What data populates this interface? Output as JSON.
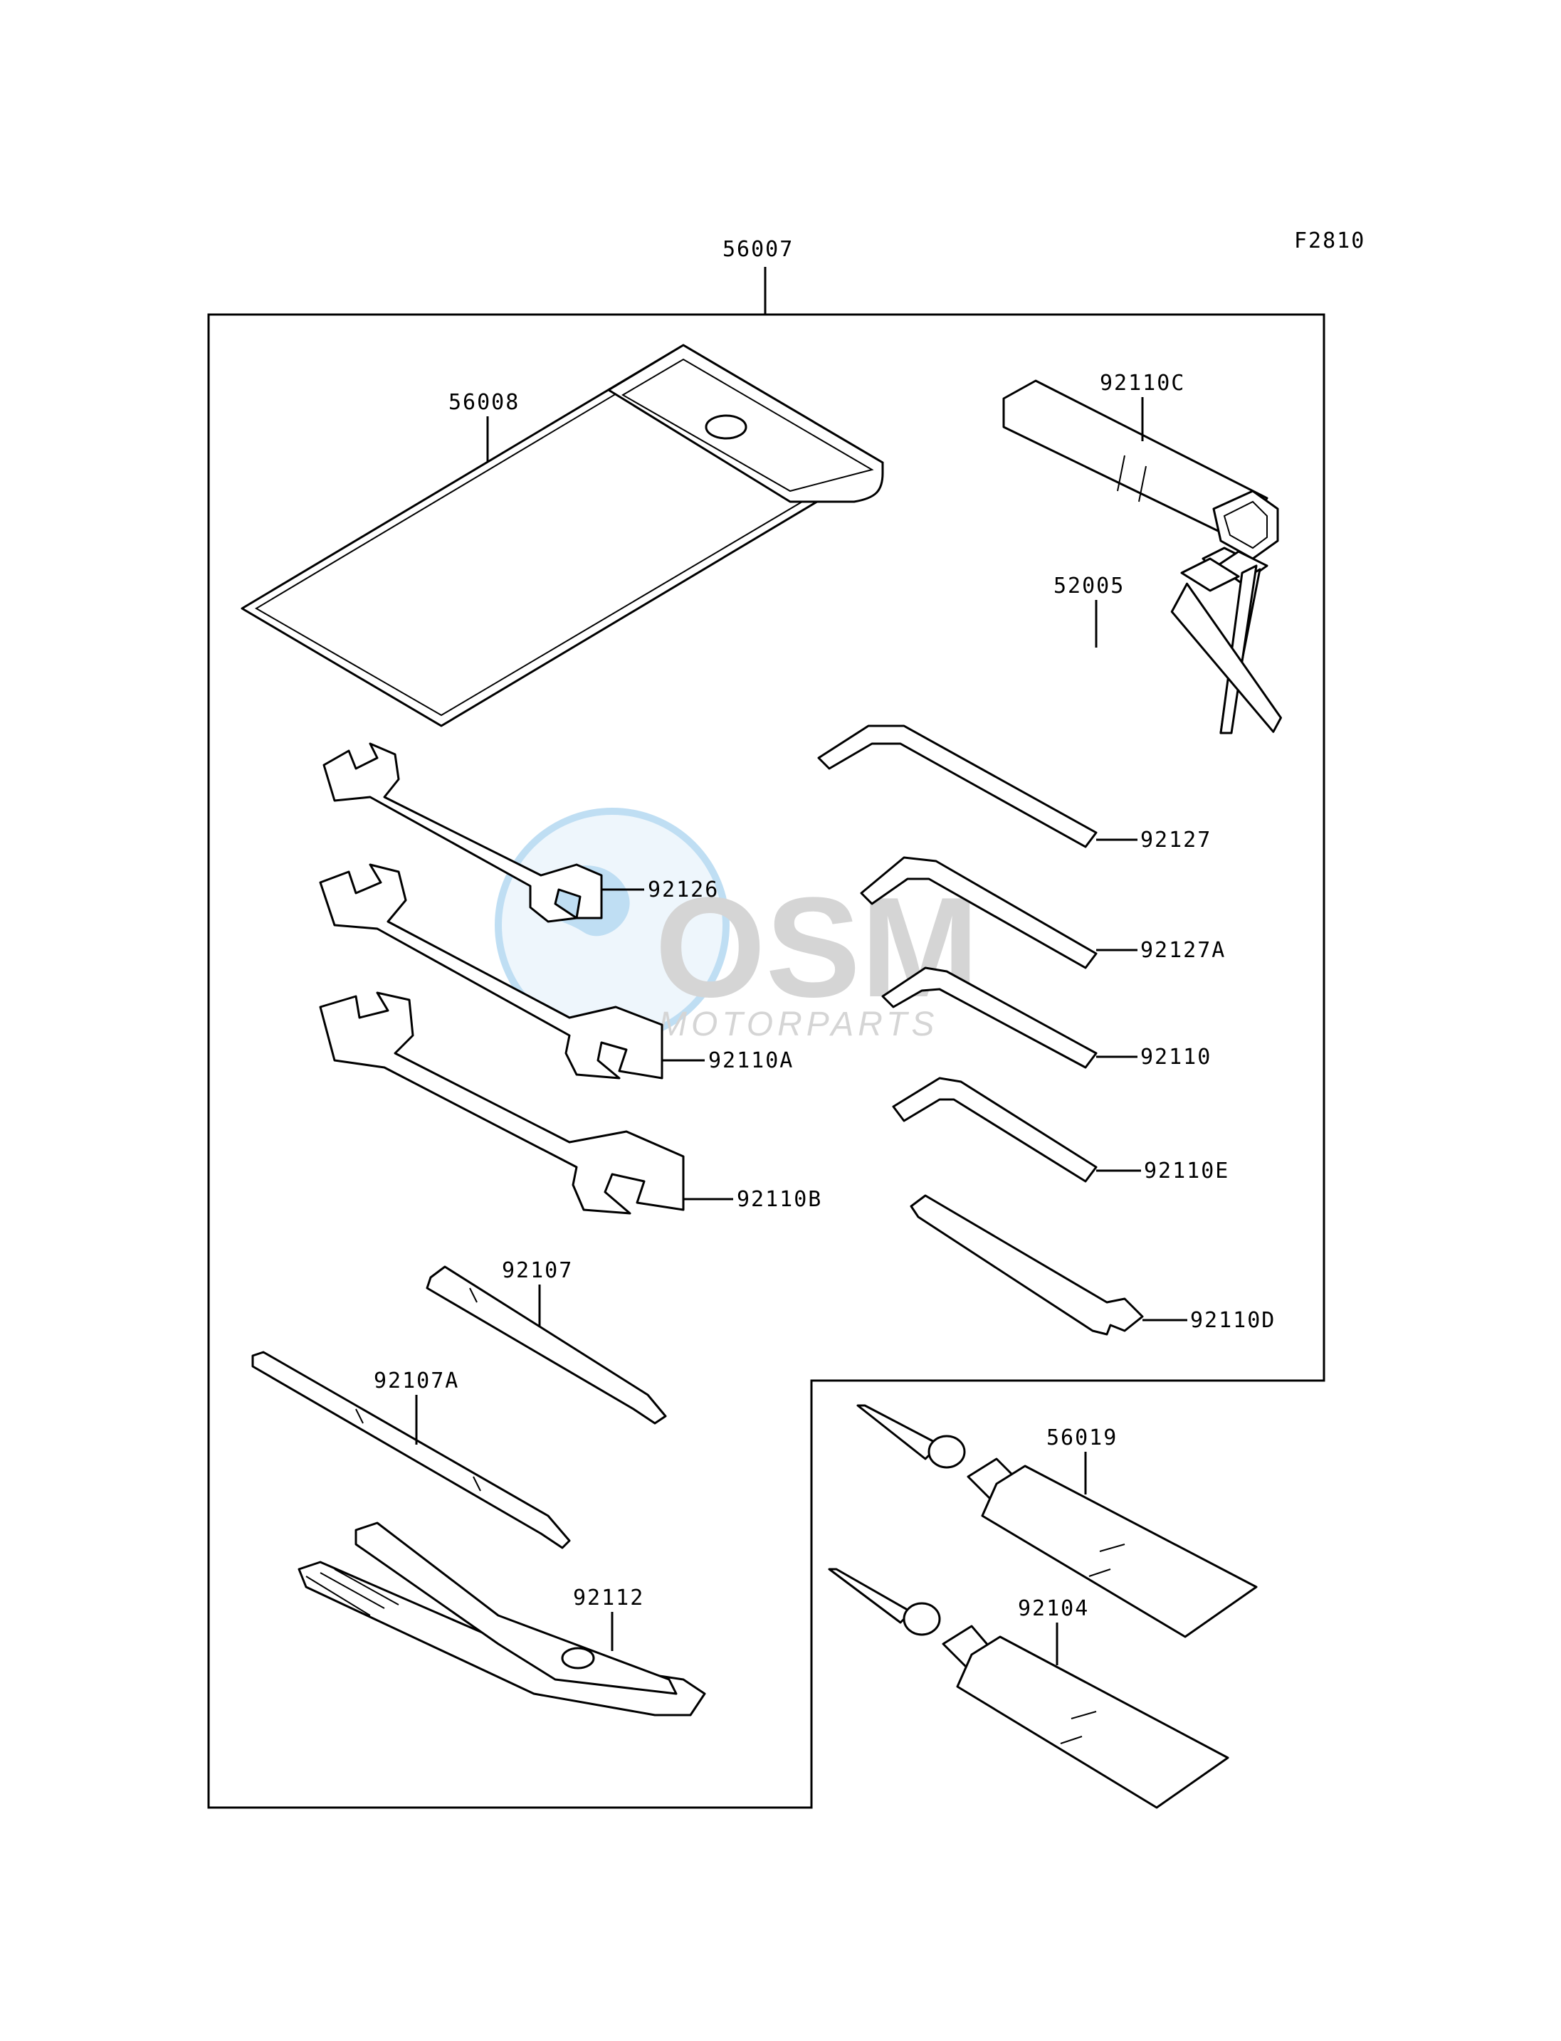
{
  "figure_code": "F2810",
  "watermark": {
    "brand": "OSM",
    "tagline": "MOTORPARTS"
  },
  "parts": {
    "kit": "56007",
    "bag": "56008",
    "spark_plug_wrench": "92110C",
    "valve_tool": "52005",
    "hex_wrench_1": "92127",
    "hex_wrench_2": "92127A",
    "hex_wrench_3": "92110",
    "hex_wrench_4": "92110E",
    "rod_wrench": "92110D",
    "wrench_1": "92126",
    "wrench_2": "92110A",
    "wrench_3": "92110B",
    "screwdriver_1": "92107",
    "screwdriver_2": "92107A",
    "pliers": "92112",
    "tube_1": "56019",
    "tube_2": "92104"
  },
  "colors": {
    "line": "#000000",
    "watermark_globe": "#4aa3df",
    "watermark_text": "#9a9a9a"
  }
}
